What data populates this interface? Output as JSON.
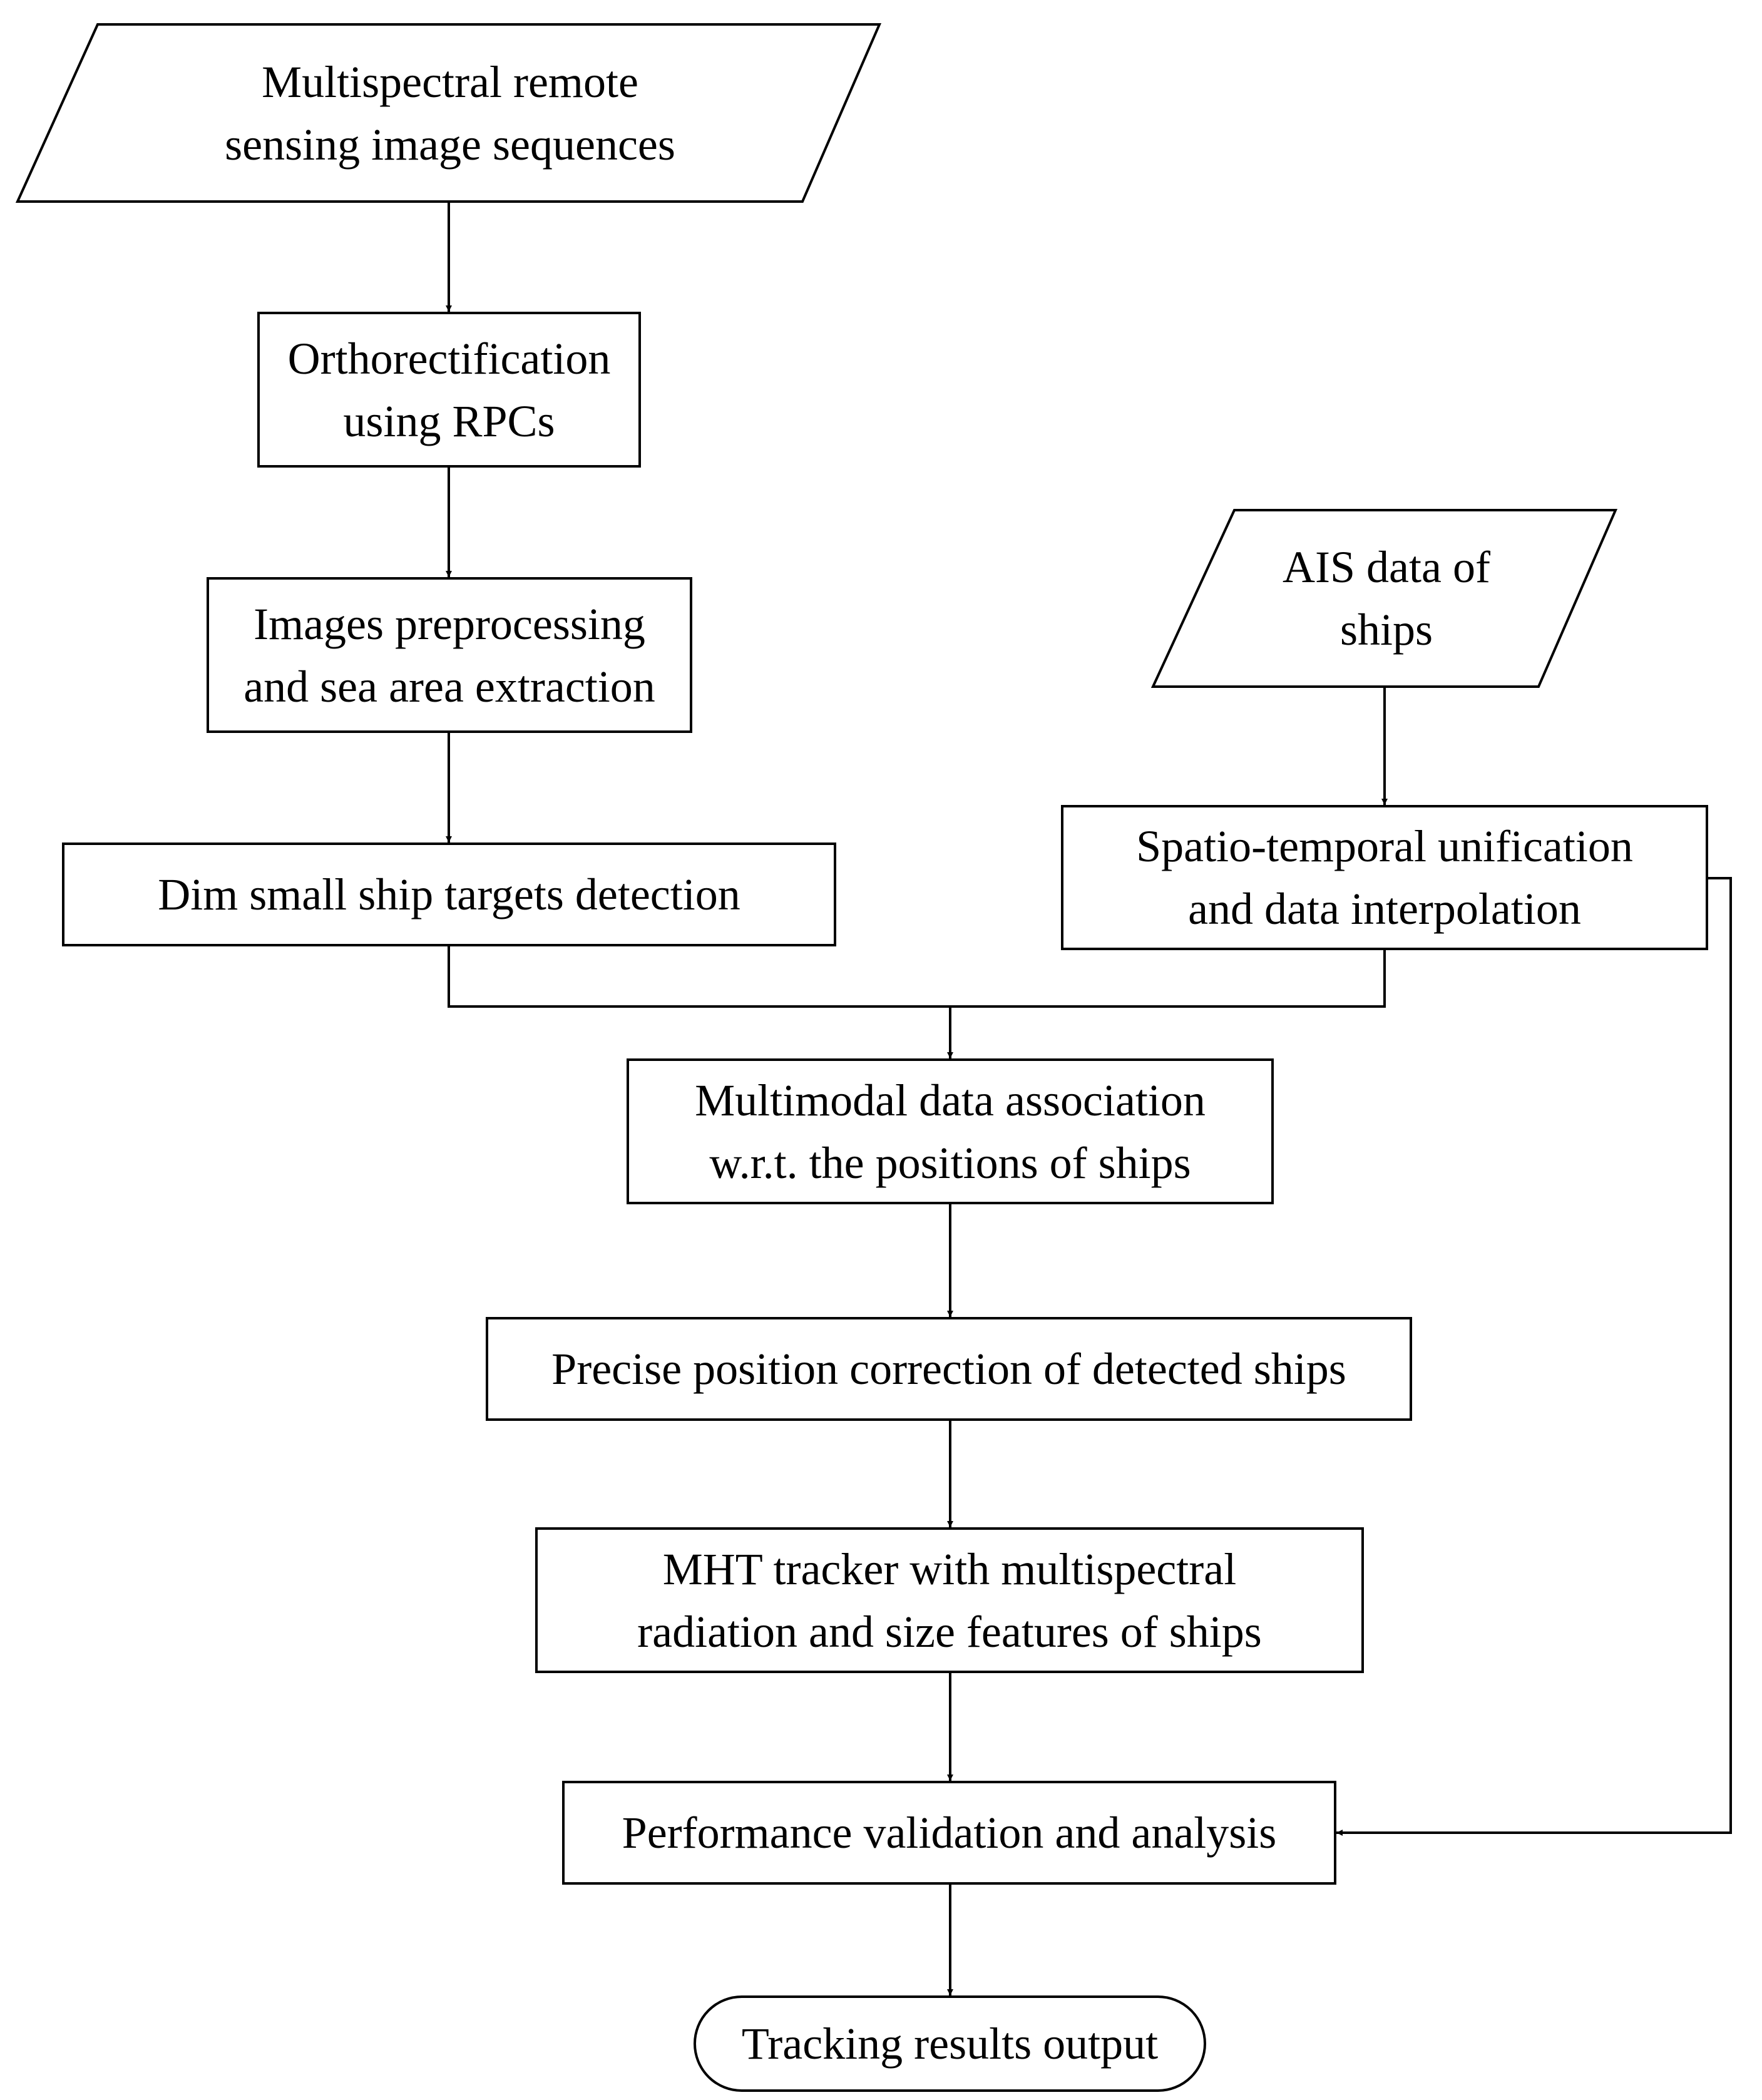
{
  "nodes": {
    "input_images": {
      "line1": "Multispectral remote",
      "line2": "sensing image sequences"
    },
    "orthorectification": {
      "line1": "Orthorectification",
      "line2": "using RPCs"
    },
    "preprocessing": {
      "line1": "Images preprocessing",
      "line2": "and sea area extraction"
    },
    "detection": {
      "line1": "Dim small ship targets detection"
    },
    "ais_data": {
      "line1": "AIS data of",
      "line2": "ships"
    },
    "unification": {
      "line1": "Spatio-temporal unification",
      "line2": "and data interpolation"
    },
    "association": {
      "line1": "Multimodal data association",
      "line2": "w.r.t. the positions of ships"
    },
    "correction": {
      "line1": "Precise position correction of detected ships"
    },
    "mht_tracker": {
      "line1": "MHT tracker with multispectral",
      "line2": "radiation and size features of ships"
    },
    "validation": {
      "line1": "Performance validation and analysis"
    },
    "output": {
      "line1": "Tracking results output"
    }
  },
  "style": {
    "stroke": "#000000",
    "fill": "#ffffff"
  }
}
